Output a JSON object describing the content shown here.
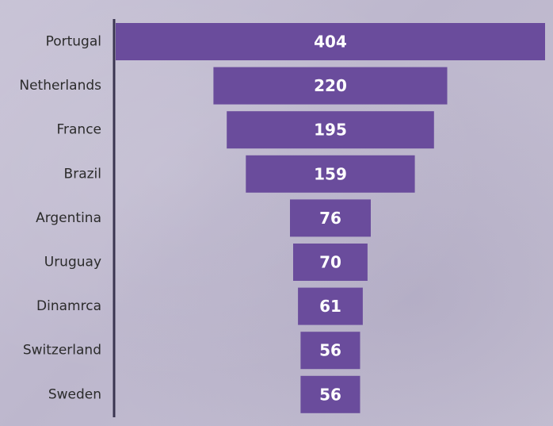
{
  "chart_data": {
    "type": "bar",
    "orientation": "horizontal",
    "style": "funnel",
    "categories": [
      "Portugal",
      "Netherlands",
      "France",
      "Brazil",
      "Argentina",
      "Uruguay",
      "Dinamrca",
      "Switzerland",
      "Sweden"
    ],
    "values": [
      404,
      220,
      195,
      159,
      76,
      70,
      61,
      56,
      56
    ],
    "data_labels": [
      "404",
      "220",
      "195",
      "159",
      "76",
      "70",
      "61",
      "56",
      "56"
    ],
    "title": "",
    "xlabel": "",
    "ylabel": "",
    "xlim": [
      0,
      404
    ],
    "grid": false,
    "legend": "none",
    "colors": {
      "bar": "#6a4c9c",
      "axis": "#3a3550",
      "label": "#2b2b2b",
      "data_label": "#ffffff"
    }
  }
}
